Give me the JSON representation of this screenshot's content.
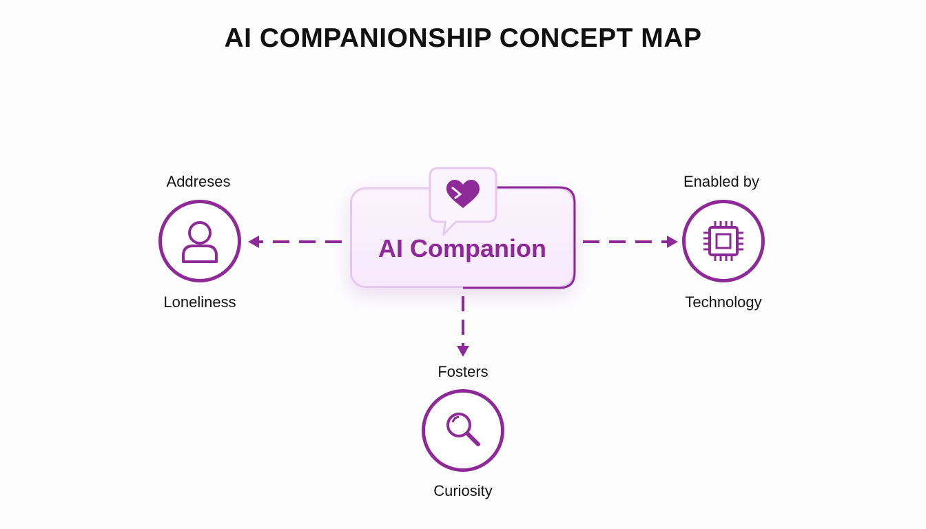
{
  "title": "AI COMPANIONSHIP CONCEPT MAP",
  "center": {
    "label": "AI Companion",
    "icon": "heart-speech-bubble-icon"
  },
  "nodes": {
    "left": {
      "relation": "Addreses",
      "concept": "Loneliness",
      "icon": "person-icon"
    },
    "right": {
      "relation": "Enabled by",
      "concept": "Technology",
      "icon": "chip-icon"
    },
    "bottom": {
      "relation": "Fosters",
      "concept": "Curiosity",
      "icon": "magnifier-icon"
    }
  },
  "colors": {
    "accent": "#8e2a98",
    "center_fill": "#f8ecfb",
    "center_border": "#e6c9ef",
    "text": "#141414"
  }
}
